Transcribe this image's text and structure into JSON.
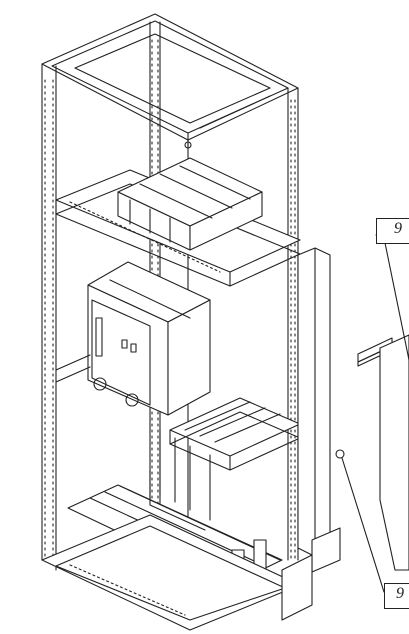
{
  "callouts": [
    {
      "id": "top",
      "label": "9"
    },
    {
      "id": "bottom",
      "label": "9"
    }
  ],
  "colors": {
    "line": "#222222",
    "background": "#ffffff"
  }
}
